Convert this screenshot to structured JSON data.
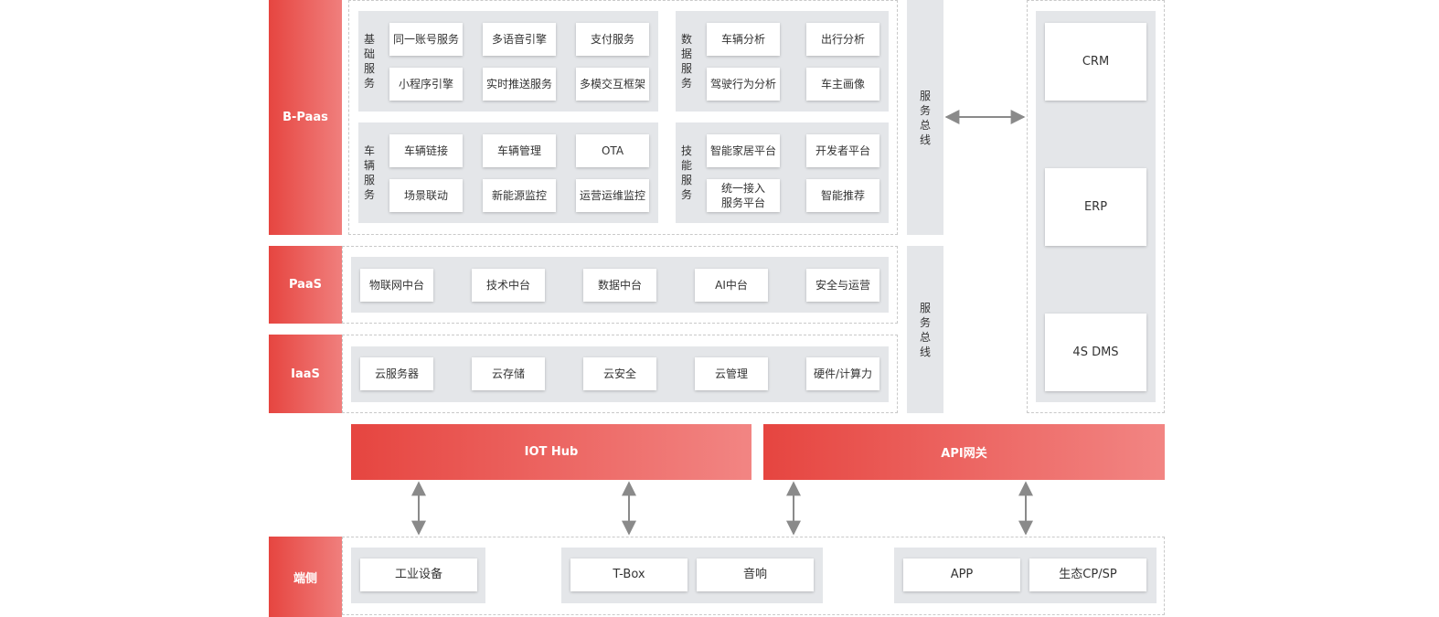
{
  "layers": {
    "bpaas": "B-Paas",
    "paas": "PaaS",
    "iaas": "IaaS",
    "edge": "端侧"
  },
  "bpaas": {
    "basic": {
      "label": "基础服务",
      "items": [
        "同一账号服务",
        "多语音引擎",
        "支付服务",
        "小程序引擎",
        "实时推送服务",
        "多模交互框架"
      ]
    },
    "data": {
      "label": "数据服务",
      "items": [
        "车辆分析",
        "出行分析",
        "驾驶行为分析",
        "车主画像"
      ]
    },
    "vehicle": {
      "label": "车辆服务",
      "items": [
        "车辆链接",
        "车辆管理",
        "OTA",
        "场景联动",
        "新能源监控",
        "运营运维监控"
      ]
    },
    "skill": {
      "label": "技能服务",
      "items": [
        "智能家居平台",
        "开发者平台",
        "统一接入\n服务平台",
        "智能推荐"
      ]
    }
  },
  "paas_items": [
    "物联网中台",
    "技术中台",
    "数据中台",
    "AI中台",
    "安全与运营"
  ],
  "iaas_items": [
    "云服务器",
    "云存储",
    "云安全",
    "云管理",
    "硬件/计算力"
  ],
  "service_bus": {
    "top": "服务总线",
    "bottom": "服务总线"
  },
  "enterprise": [
    "CRM",
    "ERP",
    "4S DMS"
  ],
  "gateways": {
    "iot_hub": "IOT Hub",
    "api_gateway": "API网关"
  },
  "edge_items": {
    "industrial": "工业设备",
    "tbox": "T-Box",
    "audio": "音响",
    "app": "APP",
    "eco": "生态CP/SP"
  },
  "colors": {
    "accent_red": "#e64540",
    "panel_gray": "#e4e6e9",
    "arrow_gray": "#8a8a8a"
  }
}
